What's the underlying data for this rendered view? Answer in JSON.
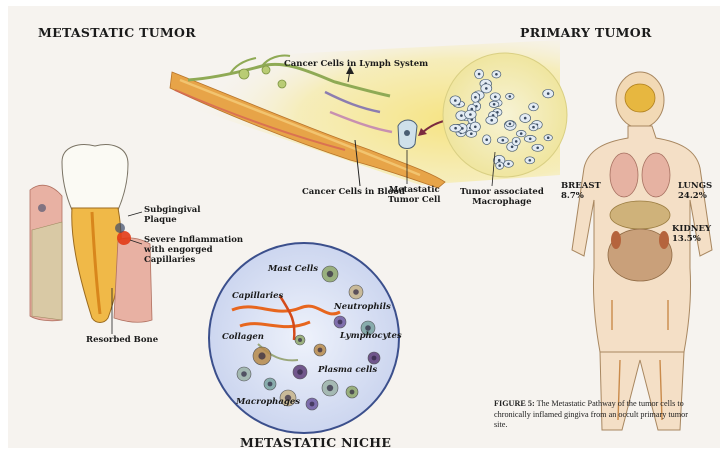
{
  "titles": {
    "metastatic_tumor": "METASTATIC TUMOR",
    "primary_tumor": "PRIMARY TUMOR",
    "metastatic_niche": "METASTATIC NICHE"
  },
  "top_labels": {
    "lymph": "Cancer Cells in Lymph System",
    "blood": "Cancer Cells in Blood",
    "metastatic_cell": "Metastatic\nTumor Cell",
    "macrophage": "Tumor associated\nMacrophage"
  },
  "tooth_labels": {
    "plaque": "Subgingival\nPlaque",
    "inflammation": "Severe Inflammation\nwith engorged\nCapillaries",
    "bone": "Resorbed Bone"
  },
  "niche_labels": {
    "mast": "Mast Cells",
    "capillaries": "Capillaries",
    "neutrophils": "Neutrophils",
    "collagen": "Collagen",
    "lymphocytes": "Lymphocytes",
    "plasma": "Plasma cells",
    "macrophages": "Macrophages"
  },
  "body_labels": {
    "breast": "BREAST\n8.7%",
    "lungs": "LUNGS\n24.2%",
    "kidney": "KIDNEY\n13.5%"
  },
  "caption": {
    "figure": "FIGURE 5:",
    "text": " The Metastatic Pathway of the tumor cells to chronically inflamed gingiva from an occult primary tumor site."
  },
  "colors": {
    "background": "#f6f3ef",
    "vessel": "#e0a13c",
    "glow": "#f3df6a",
    "inflammation": "#e23b16",
    "capillary": "#e7661e",
    "niche_border": "#3b4f8c"
  }
}
